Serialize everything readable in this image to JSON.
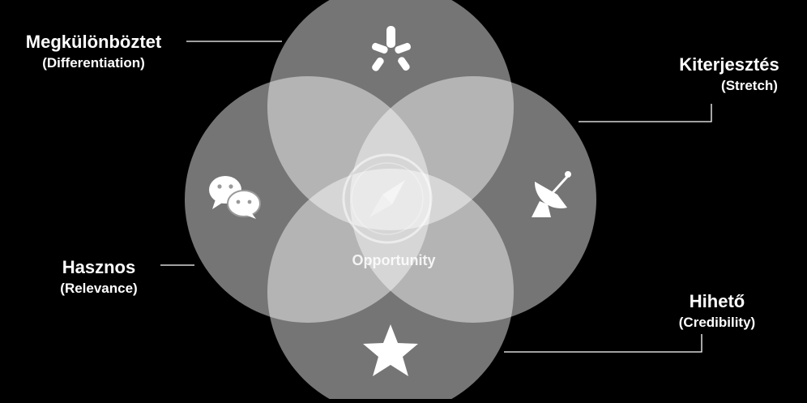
{
  "labels": {
    "top": {
      "main": "Megkülönböztet",
      "sub": "(Differentiation)"
    },
    "right": {
      "main": "Kiterjesztés",
      "sub": "(Stretch)"
    },
    "left": {
      "main": "Hasznos",
      "sub": "(Relevance)"
    },
    "bottom": {
      "main": "Hihető",
      "sub": "(Credibility)"
    }
  },
  "center": {
    "text": "Opportunity"
  },
  "icons": {
    "top": "yelp-burst-icon",
    "left": "chat-bubbles-icon",
    "right": "satellite-dish-icon",
    "bottom": "star-icon",
    "center": "compass-icon"
  },
  "colors": {
    "background": "#000000",
    "circle_fill": "#ffffff",
    "text": "#ffffff",
    "line": "#ffffff"
  }
}
